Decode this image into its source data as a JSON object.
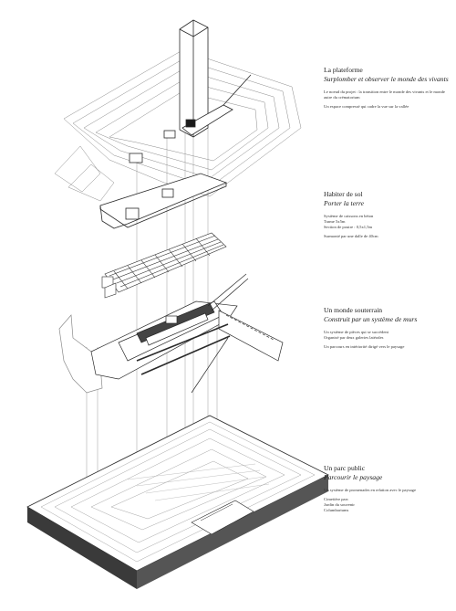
{
  "sections": [
    {
      "title": "La plateforme",
      "subtitle": "Surplomber et observer le monde des vivants",
      "paragraphs": [
        "Le noeud du projet : la transition entre le monde des vivants et le monde autre du crématorium",
        "Un espace compressé qui cadre la vue sur la vallée"
      ]
    },
    {
      "title": "Habiter de sol",
      "subtitle": "Porter la terre",
      "paragraphs": [
        "Système de caissons en béton\nTrame 5x5m\nSection de poutre : 0,5x1,5m",
        "Surmonté par une dalle de 40cm"
      ]
    },
    {
      "title": "Un monde souterrain",
      "subtitle": "Construit par un système de murs",
      "paragraphs": [
        "Un système de pièces qui se succèdent\nOrganisé par deux galeries latérales",
        "Un parcours en intériorité dirigé vers le paysage"
      ]
    },
    {
      "title": "Un parc public",
      "subtitle": "Parcourir le paysage",
      "paragraphs": [
        "Un système de promenades en relation avec le paysage",
        "Cimetière parc\nJardin du souvenir\nColumbariums"
      ]
    }
  ],
  "colors": {
    "line": "#2a2a2a",
    "light_line": "#9a9a9a",
    "base_fill": "#3a3a3a"
  }
}
